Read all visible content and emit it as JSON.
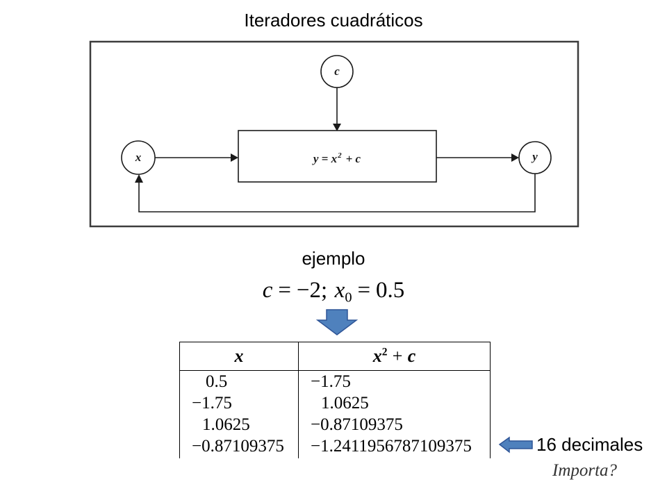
{
  "slide": {
    "title": "Iteradores cuadráticos",
    "example_label": "ejemplo"
  },
  "diagram": {
    "parameter_node": "c",
    "input_node": "x",
    "output_node": "y",
    "block": {
      "base": "y = x",
      "exponent": "2",
      "tail": "+ c"
    }
  },
  "formula": {
    "c_symbol": "c",
    "equals_1": "=",
    "c_value": "−2;",
    "x_symbol": "x",
    "x_subscript": "0",
    "equals_2": "=",
    "x_value": "0.5"
  },
  "table": {
    "header_col1": "x",
    "header_col2": {
      "base": "x",
      "exponent": "2",
      "plus": "+",
      "constant": "c"
    },
    "rows": [
      [
        "0.5",
        "−1.75"
      ],
      [
        "−1.75",
        "1.0625"
      ],
      [
        "1.0625",
        "−0.87109375"
      ],
      [
        "−0.87109375",
        "−1.2411956787109375"
      ]
    ]
  },
  "annotation": {
    "label": "16 decimales",
    "question": "Importa?"
  },
  "icons": {
    "result_arrow": "arrow-down-icon",
    "pointer_arrow": "arrow-left-icon"
  },
  "colors": {
    "arrow_fill": "#4f81bd",
    "arrow_outline": "#2f5597"
  }
}
